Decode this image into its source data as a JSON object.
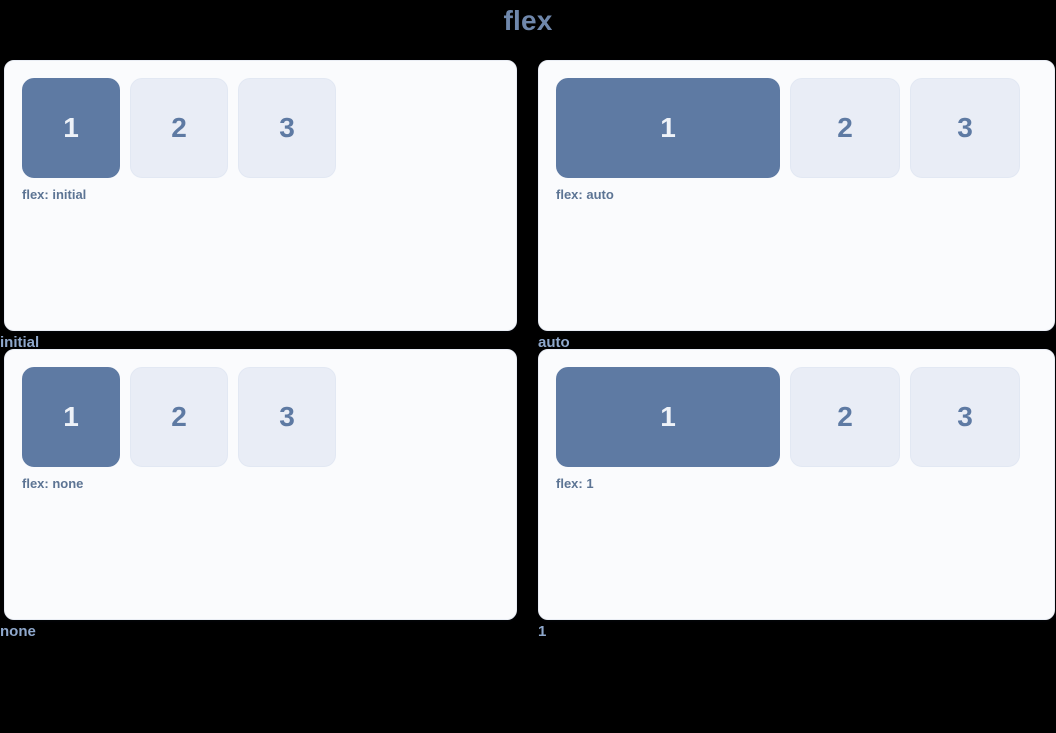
{
  "page": {
    "title": "flex",
    "background_color": "#000000",
    "title_color": "#6f87ab"
  },
  "theme": {
    "panel_background": "#fafbfd",
    "panel_border": "#e9edf4",
    "filled_box_color": "#5e7aa3",
    "filled_box_text": "#eef2f8",
    "hollow_box_color": "#e9edf6",
    "hollow_box_border": "#e2e8f3",
    "hollow_box_text": "#5e7aa3",
    "note_color": "#5c7494",
    "caption_color": "#8fa8cc"
  },
  "demos": [
    {
      "id": "initial",
      "caption": "initial",
      "note": "flex: initial",
      "mode_class": "mode-initial",
      "boxes": [
        {
          "label": "1",
          "style": "filled"
        },
        {
          "label": "2",
          "style": "hollow"
        },
        {
          "label": "3",
          "style": "hollow"
        }
      ]
    },
    {
      "id": "auto",
      "caption": "auto",
      "note": "flex: auto",
      "mode_class": "mode-auto",
      "boxes": [
        {
          "label": "1",
          "style": "filled"
        },
        {
          "label": "2",
          "style": "hollow"
        },
        {
          "label": "3",
          "style": "hollow"
        }
      ]
    },
    {
      "id": "none",
      "caption": "none",
      "note": "flex: none",
      "mode_class": "mode-none",
      "boxes": [
        {
          "label": "1",
          "style": "filled"
        },
        {
          "label": "2",
          "style": "hollow"
        },
        {
          "label": "3",
          "style": "hollow"
        }
      ]
    },
    {
      "id": "one",
      "caption": "1",
      "note": "flex: 1",
      "mode_class": "mode-one",
      "boxes": [
        {
          "label": "1",
          "style": "filled"
        },
        {
          "label": "2",
          "style": "hollow"
        },
        {
          "label": "3",
          "style": "hollow"
        }
      ]
    }
  ]
}
